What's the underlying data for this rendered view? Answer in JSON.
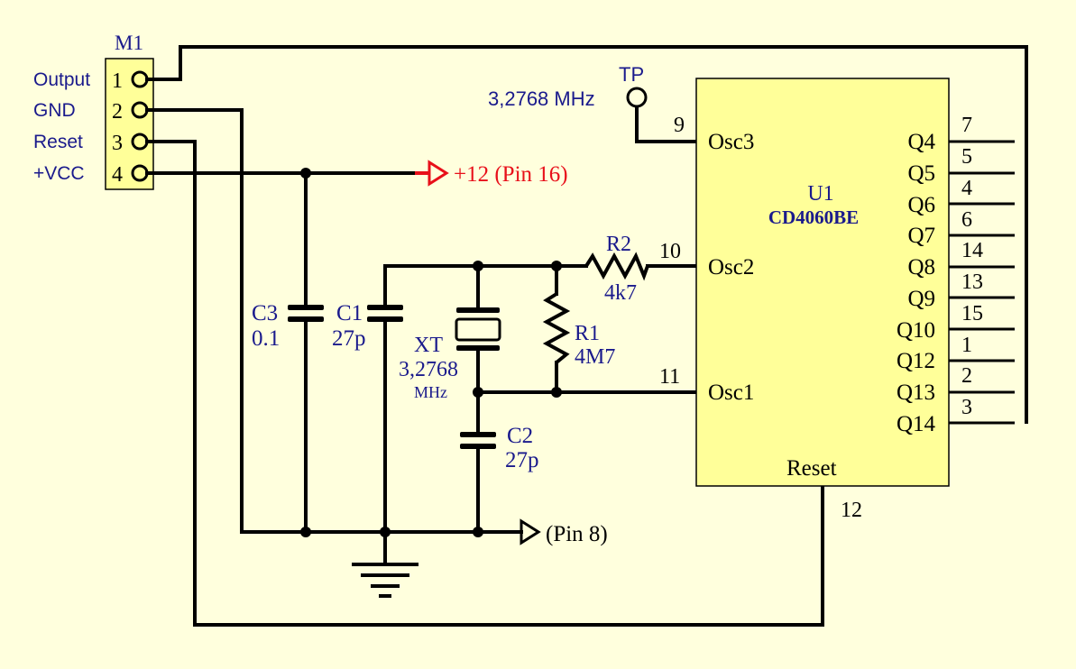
{
  "connector": {
    "ref": "M1",
    "pins": [
      {
        "num": "1",
        "label": "Output"
      },
      {
        "num": "2",
        "label": "GND"
      },
      {
        "num": "3",
        "label": "Reset"
      },
      {
        "num": "4",
        "label": "+VCC"
      }
    ]
  },
  "testpoint": {
    "ref": "TP",
    "freq": "3,2768 MHz"
  },
  "supply": {
    "label": "+12 (Pin 16)",
    "color": "#E8101A"
  },
  "ground_ref": {
    "label": "(Pin 8)"
  },
  "ic": {
    "ref": "U1",
    "part": "CD4060BE",
    "fill": "#FFFF99",
    "pins_left": [
      {
        "name": "Osc3",
        "num": "9"
      },
      {
        "name": "Osc2",
        "num": "10"
      },
      {
        "name": "Osc1",
        "num": "11"
      }
    ],
    "pins_right": [
      {
        "name": "Q4",
        "num": "7"
      },
      {
        "name": "Q5",
        "num": "5"
      },
      {
        "name": "Q6",
        "num": "4"
      },
      {
        "name": "Q7",
        "num": "6"
      },
      {
        "name": "Q8",
        "num": "14"
      },
      {
        "name": "Q9",
        "num": "13"
      },
      {
        "name": "Q10",
        "num": "15"
      },
      {
        "name": "Q12",
        "num": "1"
      },
      {
        "name": "Q13",
        "num": "2"
      },
      {
        "name": "Q14",
        "num": "3"
      }
    ],
    "pin_bottom": {
      "name": "Reset",
      "num": "12"
    }
  },
  "components": {
    "c3": {
      "ref": "C3",
      "value": "0.1"
    },
    "c1": {
      "ref": "C1",
      "value": "27p"
    },
    "xt": {
      "ref": "XT",
      "value": "3,2768",
      "unit": "MHz"
    },
    "r1": {
      "ref": "R1",
      "value": "4M7"
    },
    "r2": {
      "ref": "R2",
      "value": "4k7"
    },
    "c2": {
      "ref": "C2",
      "value": "27p"
    }
  }
}
